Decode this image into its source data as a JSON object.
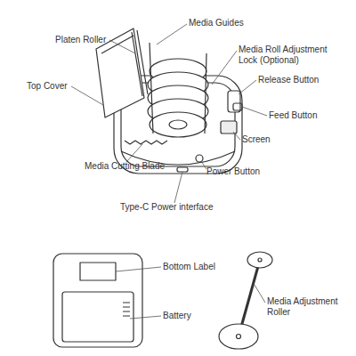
{
  "diagram": {
    "labels": [
      "Media Guides",
      "Platen Roller",
      "Media Roll Adjustment Lock (Optional)",
      "Release Button",
      "Top Cover",
      "Feed Button",
      "Screen",
      "Media Cutting Blade",
      "Power Button",
      "Type-C Power interface",
      "Bottom Label",
      "Battery",
      "Media Adjustment Roller"
    ]
  }
}
